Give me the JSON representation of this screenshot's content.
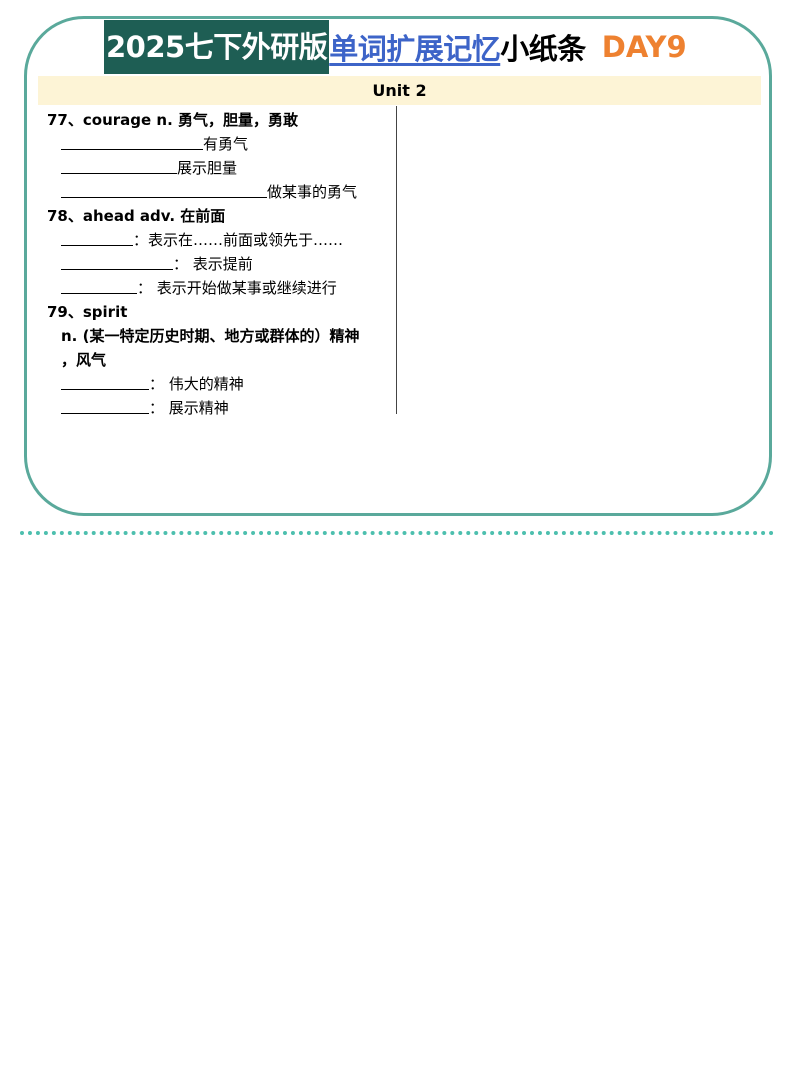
{
  "header": {
    "title_dark": "2025七下外研版",
    "title_blue": "单词扩展记忆",
    "title_black": "小纸条",
    "title_day": "DAY9"
  },
  "unit": "Unit 2",
  "entries": {
    "e77": {
      "head": "77、courage   n. 勇气，胆量，勇敢",
      "p1": "有勇气",
      "p2": "展示胆量",
      "p3": "做某事的勇气"
    },
    "e78": {
      "head": "78、ahead   adv. 在前面",
      "p1": "：表示在……前面或领先于……",
      "p2": "： 表示提前",
      "p3": "： 表示开始做某事或继续进行"
    },
    "e79": {
      "head": "79、spirit",
      "def1": "n. (某一特定历史时期、地方或群体的）精神",
      "def2": "，风气",
      "p1": "： 伟大的精神",
      "p2": "： 展示精神"
    }
  }
}
